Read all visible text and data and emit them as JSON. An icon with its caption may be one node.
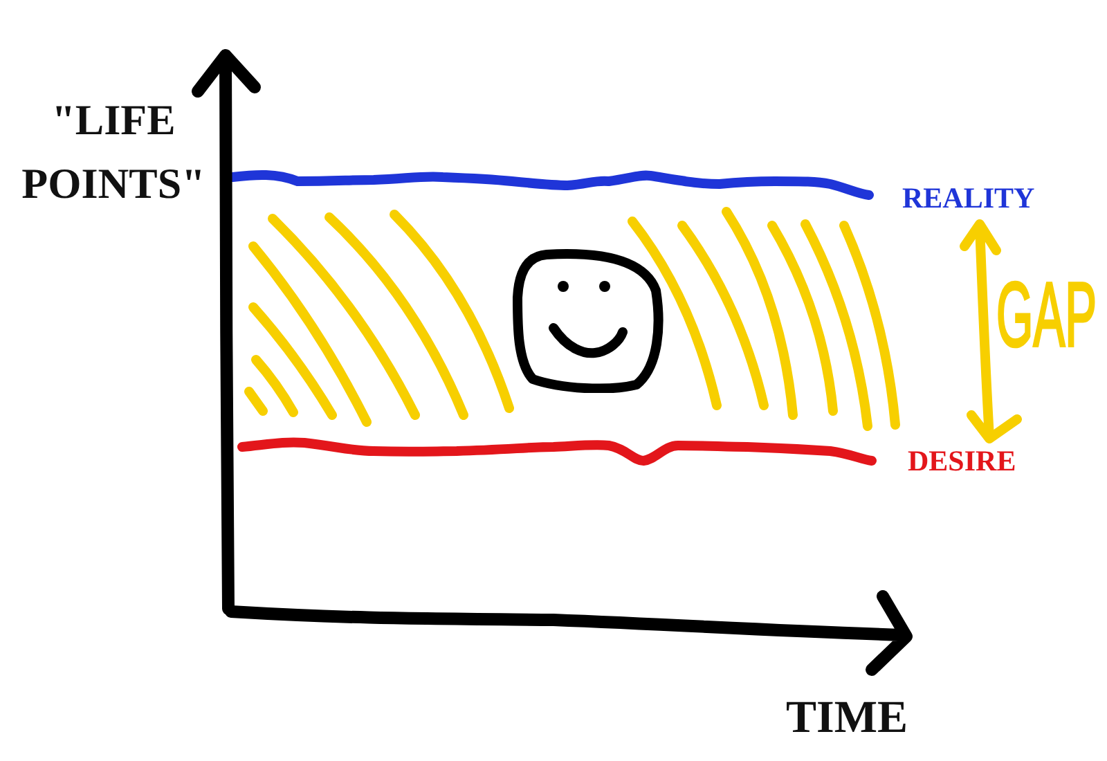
{
  "diagram": {
    "labels": [
      "\"LIFE POINTS\"",
      "REALITY",
      "GAP",
      "DESIRE",
      "TIME"
    ]
  }
}
